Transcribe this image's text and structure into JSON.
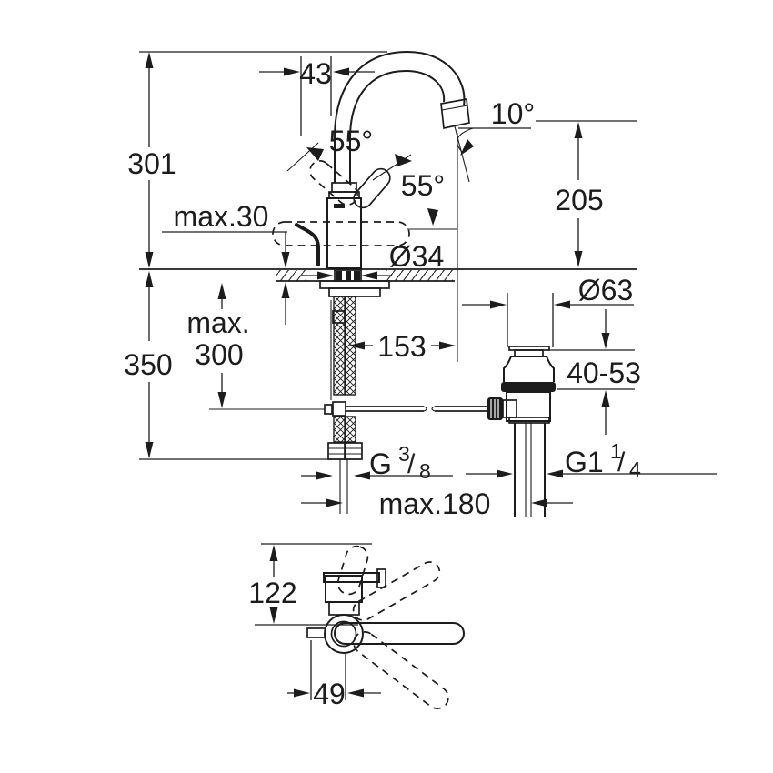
{
  "drawing": {
    "background": "#ffffff",
    "ink": "#1c1c1c",
    "type": "faucet-installation-dimension-drawing",
    "front_view": {
      "labels": {
        "spout_offset": "43",
        "overall_height": "301",
        "deck_thickness": "max.30",
        "handle_swing_angle": "55°",
        "handle_open_angle": "55°",
        "aerator_angle": "10°",
        "spout_height": "205",
        "mount_hole_diameter": "Ø34",
        "rod_depth_line1": "max.",
        "rod_depth_line2": "300",
        "below_deck_height": "350",
        "spout_reach": "153",
        "waste_flange_diameter": "Ø63",
        "basin_thickness_range": "40-53",
        "hose_spread": "max.180",
        "supply_thread": {
          "prefix": "G",
          "numerator": "3",
          "slash": "/",
          "denominator": "8"
        },
        "waste_thread": {
          "prefix": "G1",
          "numerator": "1",
          "slash": "/",
          "denominator": "4"
        }
      }
    },
    "top_view": {
      "labels": {
        "body_depth": "122",
        "handle_offset": "49"
      }
    }
  }
}
